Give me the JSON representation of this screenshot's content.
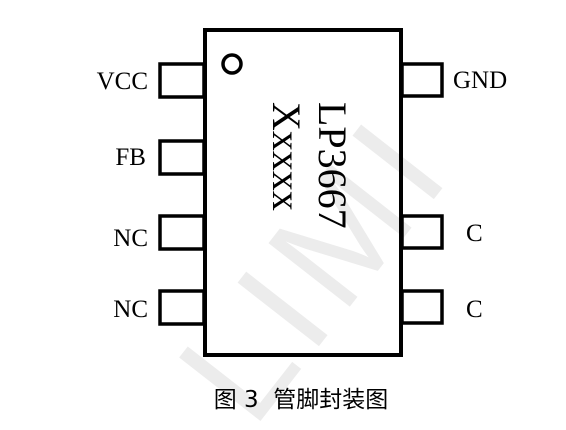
{
  "chip": {
    "part_number": "LP3667",
    "marking_code": "Xxxxx"
  },
  "pins": {
    "left": [
      "VCC",
      "FB",
      "NC",
      "NC"
    ],
    "right": [
      "GND",
      "C",
      "C"
    ]
  },
  "caption": "图 3  管脚封装图",
  "watermark": "LIMI",
  "colors": {
    "ink": "#000000",
    "watermark": "#ececec",
    "background": "#ffffff"
  }
}
